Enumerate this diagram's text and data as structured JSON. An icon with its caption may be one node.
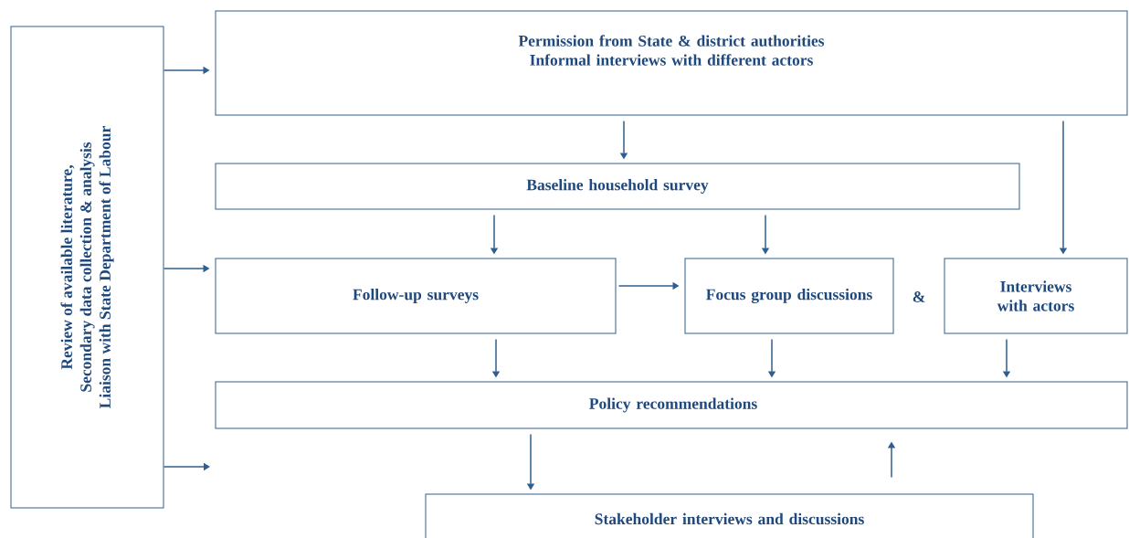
{
  "diagram": {
    "nodes": [
      {
        "text": [
          "Review of available literature,",
          "Secondary data collection & analysis",
          "Liaison with State Department of Labour"
        ]
      },
      {
        "text": [
          "Permission from State & district authorities",
          "Informal interviews with different actors"
        ]
      },
      {
        "text": [
          "Baseline household survey"
        ]
      },
      {
        "text": [
          "Follow-up surveys"
        ]
      },
      {
        "text": [
          "Focus group discussions"
        ]
      },
      {
        "text": [
          "Interviews with actors"
        ]
      },
      {
        "text": [
          "Policy recommendations"
        ]
      },
      {
        "text": [
          "Stakeholder interviews and discussions"
        ]
      }
    ],
    "edges": [
      {
        "from": 0,
        "to": 1,
        "arrow": "to"
      },
      {
        "from": 0,
        "to": 3,
        "arrow": "to"
      },
      {
        "from": 0,
        "to": null,
        "arrow": "to"
      },
      {
        "from": 1,
        "to": 2,
        "arrow": "to"
      },
      {
        "from": 1,
        "to": 5,
        "arrow": "to"
      },
      {
        "from": 2,
        "to": 3,
        "arrow": "to"
      },
      {
        "from": 2,
        "to": 4,
        "arrow": "to"
      },
      {
        "from": 3,
        "to": 4,
        "arrow": "to"
      },
      {
        "from": 3,
        "to": 6,
        "arrow": "to"
      },
      {
        "from": 4,
        "to": 6,
        "arrow": "to"
      },
      {
        "from": 5,
        "to": 6,
        "arrow": "to"
      },
      {
        "from": 6,
        "to": 7,
        "arrow": "to"
      },
      {
        "from": 7,
        "to": 6,
        "arrow": "to"
      }
    ],
    "labels": [
      "&"
    ]
  }
}
